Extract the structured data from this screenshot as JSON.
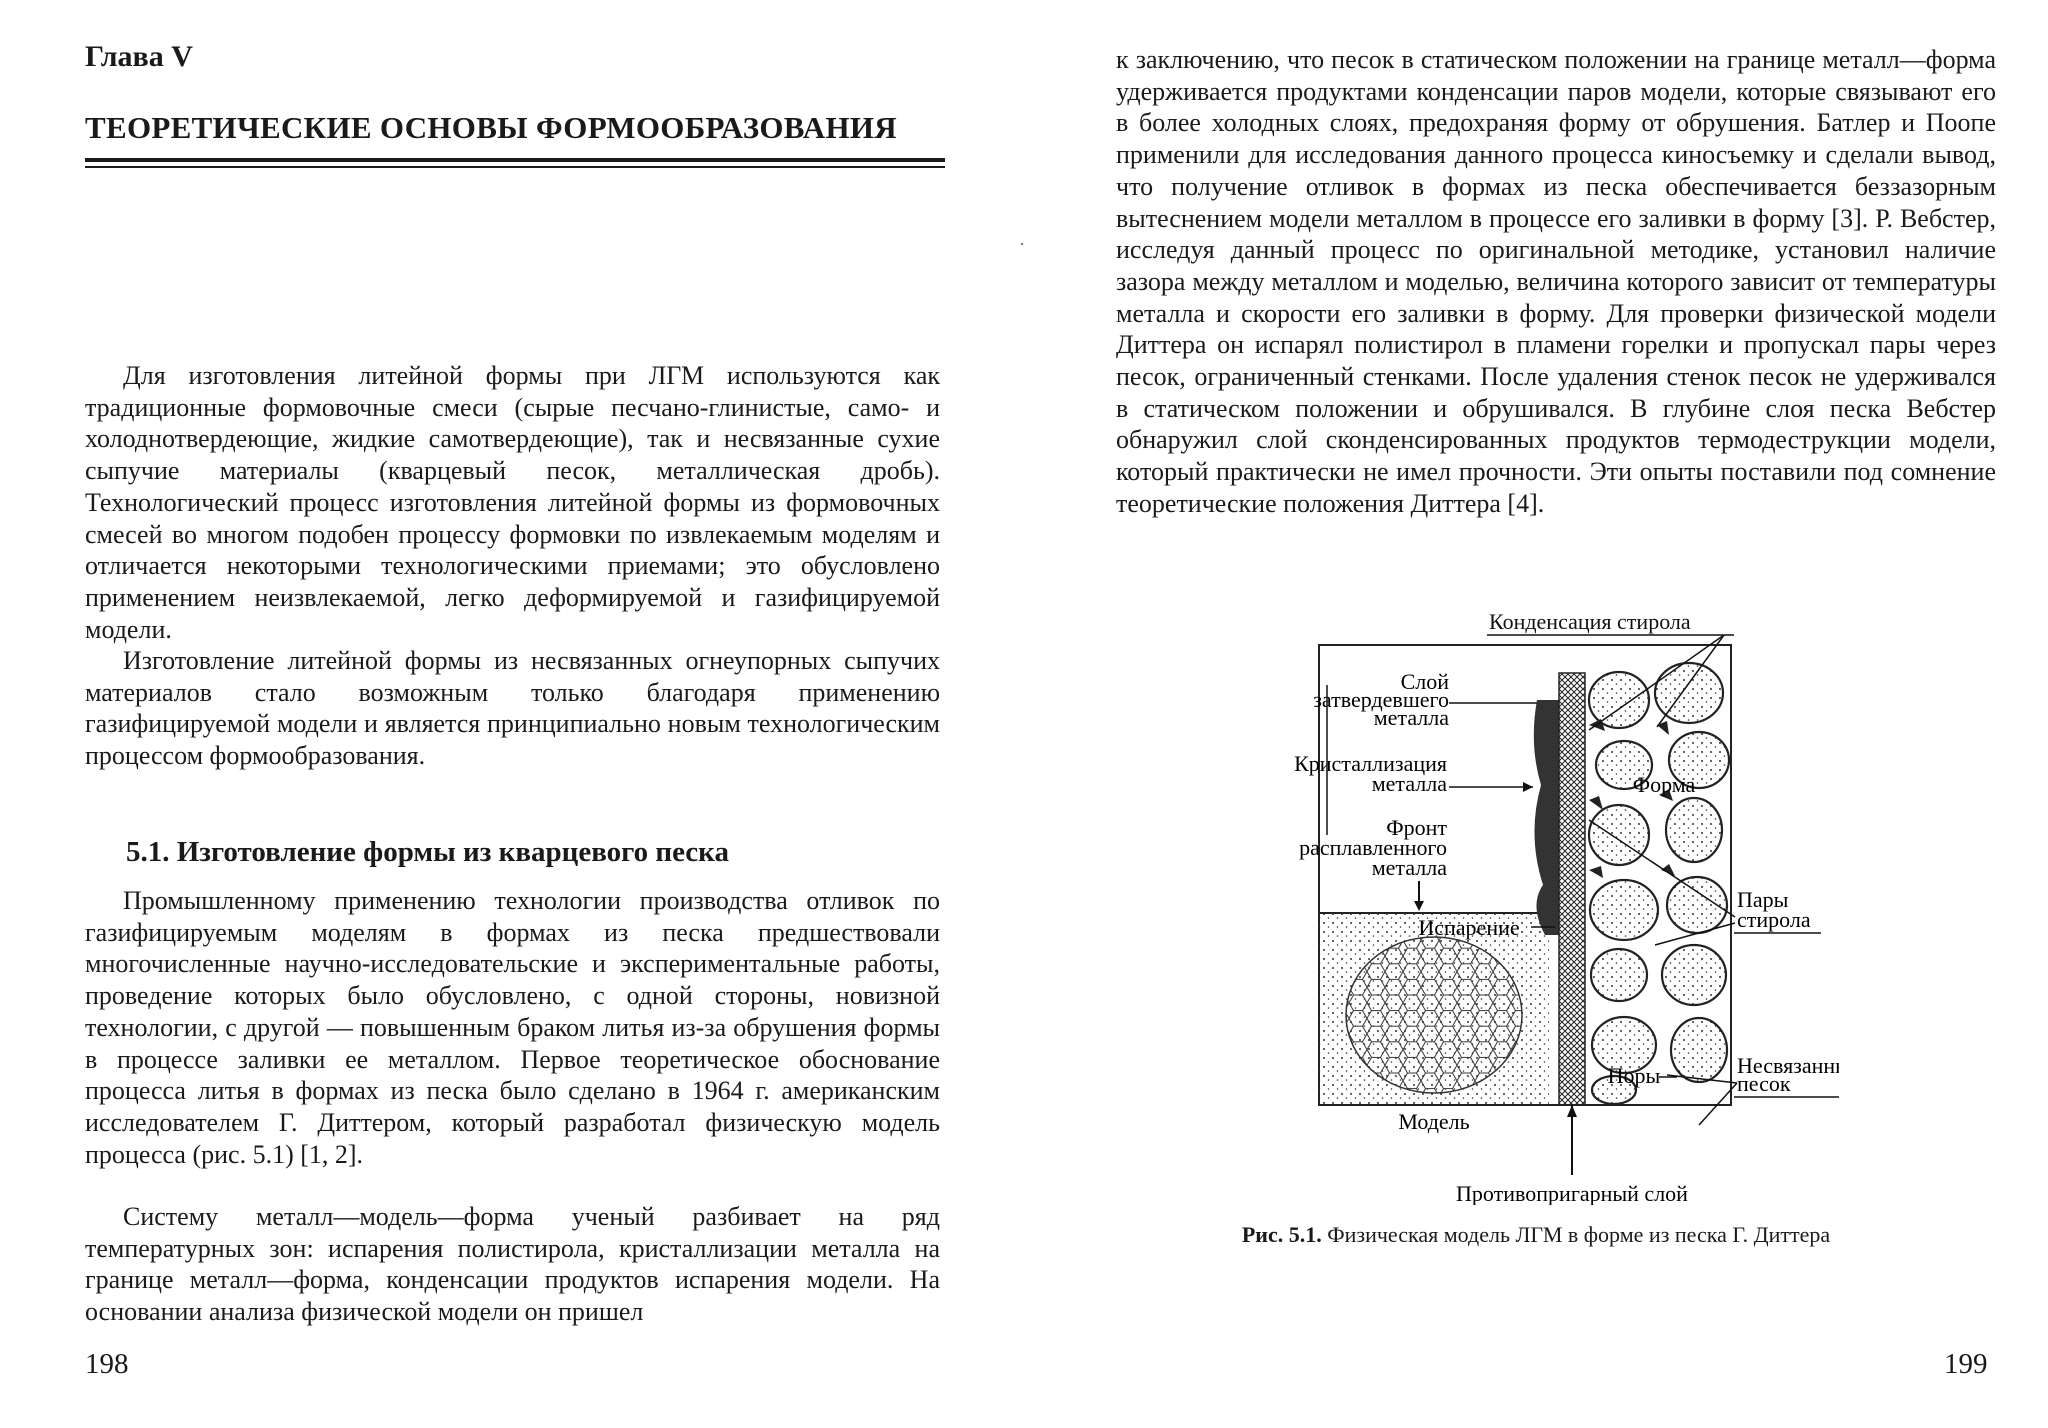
{
  "left": {
    "chapter_label": "Глава V",
    "chapter_title": "ТЕОРЕТИЧЕСКИЕ ОСНОВЫ ФОРМООБРАЗОВАНИЯ",
    "paragraphs": [
      "Для изготовления литейной формы при ЛГМ используются как традиционные формовочные смеси (сырые песчано-глинистые, само- и холоднотвердеющие, жидкие самотвердеющие), так и несвязанные сухие сыпучие материалы (кварцевый песок, металлическая дробь). Технологический процесс изготовления литейной формы из формовочных смесей во многом подобен процессу формовки по извлекаемым моделям и отличается некоторыми технологическими приемами; это обусловлено применением неизвлекаемой, легко деформируемой и газифицируемой модели.",
      "Изготовление литейной формы из несвязанных огнеупорных сыпучих материалов стало возможным только благодаря применению газифицируемой модели и является принципиально новым технологическим процессом формообразования."
    ],
    "section_heading": "5.1. Изготовление формы из кварцевого песка",
    "section_paragraphs": [
      "Промышленному применению технологии производства отливок по газифицируемым моделям в формах из песка предшествовали многочисленные научно-исследовательские и экспериментальные работы, проведение которых было обусловлено, с одной стороны, новизной технологии, с другой — повышенным браком литья из-за обрушения формы в процессе заливки ее металлом. Первое теоретическое обоснование процесса литья в формах из песка было сделано в 1964 г. американским исследователем Г. Диттером, который разработал физическую модель процесса (рис. 5.1) [1, 2].",
      "Систему металл—модель—форма ученый разбивает на ряд температурных зон: испарения полистирола, кристаллизации металла на границе металл—форма, конденсации продуктов испарения модели. На основании анализа физической модели он пришел"
    ],
    "page_number": "198"
  },
  "right": {
    "paragraph": "к заключению, что песок в статическом положении на границе металл—форма удерживается продуктами конденсации паров модели, которые связывают его в более холодных слоях, предохраняя форму от обрушения. Батлер и Поопе применили для исследования данного процесса киносъемку и сделали вывод, что получение отливок в формах из песка обеспечивается беззазорным вытеснением модели металлом в процессе его заливки в форму [3]. Р. Вебстер, исследуя данный процесс по оригинальной методике, установил наличие зазора между металлом и моделью, величина которого зависит от температуры металла и скорости его заливки в форму. Для проверки физической модели Диттера он испарял полистирол в пламени горелки и пропускал пары через песок, ограниченный стенками. После удаления стенок песок не удерживался в статическом положении и обрушивался. В глубине слоя песка Вебстер обнаружил слой сконденсированных продуктов термодеструкции модели, который практически не имел прочности. Эти опыты поставили под сомнение теоретические положения Диттера [4].",
    "figure": {
      "label_condensation": "Конденсация стирола",
      "label_solid_1": "Слой",
      "label_solid_2": "затвердевшего",
      "label_solid_3": "металла",
      "label_cryst_1": "Кристаллизация",
      "label_cryst_2": "металла",
      "label_front_1": "Фронт",
      "label_front_2": "расплавленного",
      "label_front_3": "металла",
      "label_evaporation": "Испарение",
      "label_mold": "Форма",
      "label_vapors_1": "Пары",
      "label_vapors_2": "стирола",
      "label_unbound_1": "Несвязанный",
      "label_unbound_2": "песок",
      "label_pores": "Поры",
      "label_model": "Модель",
      "label_coating": "Противопригарный слой"
    },
    "caption_number": "Рис. 5.1.",
    "caption_text": " Физическая модель ЛГМ в форме из песка Г. Диттера",
    "page_number": "199"
  }
}
